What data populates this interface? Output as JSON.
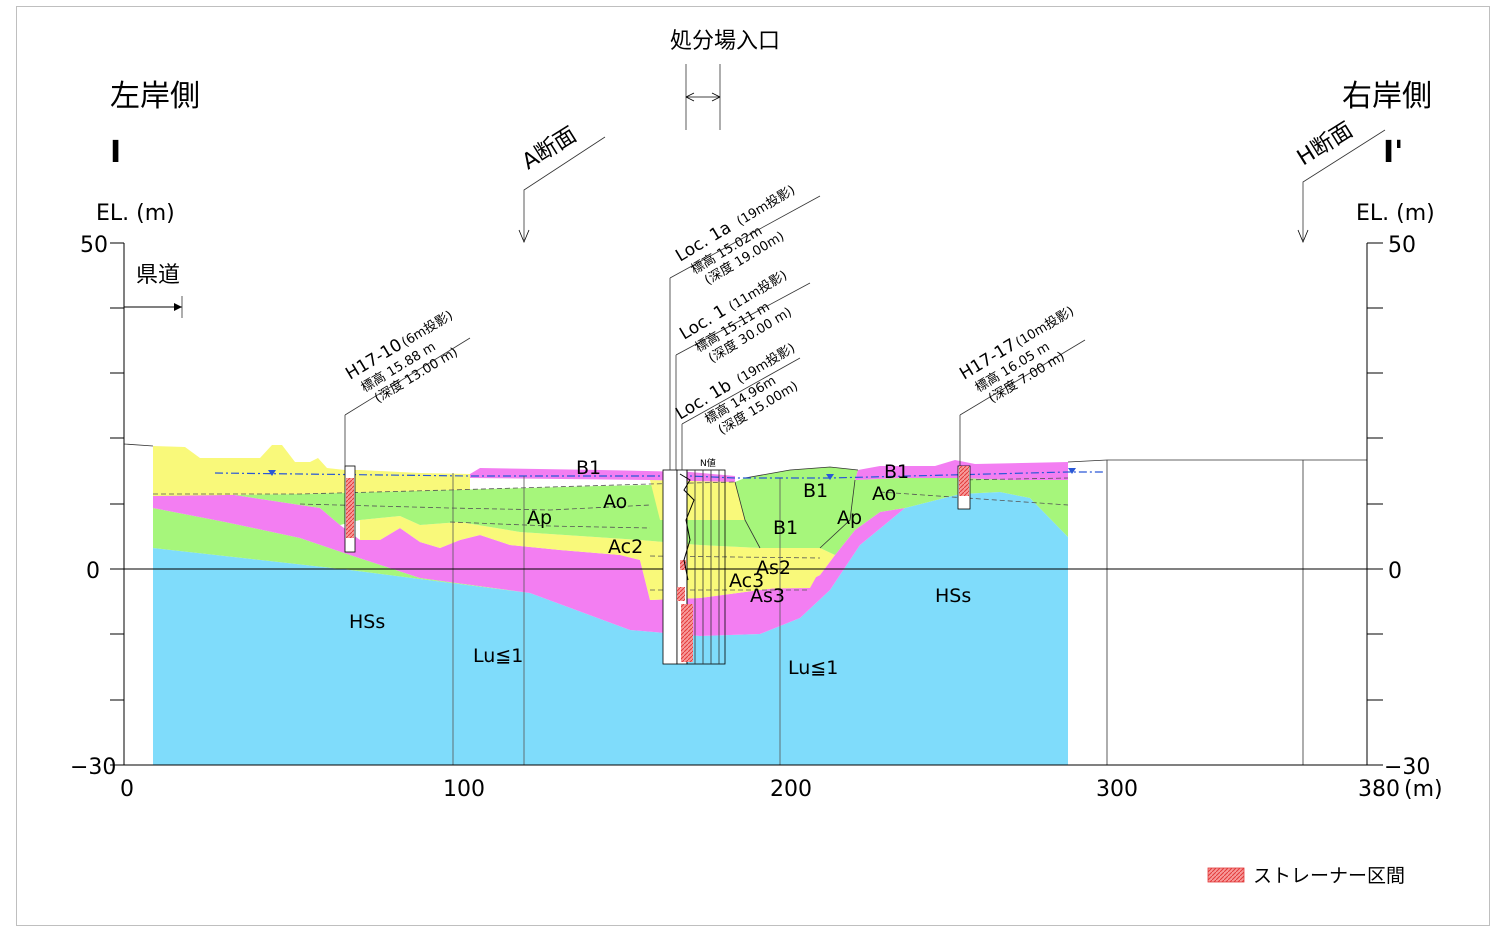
{
  "title_top": "処分場入口",
  "left_side": {
    "label": "左岸側",
    "mark": "I"
  },
  "right_side": {
    "label": "右岸側",
    "mark": "I'"
  },
  "y_axis": {
    "label": "EL. (m)",
    "ticks": [
      "50",
      "0",
      "−30"
    ]
  },
  "x_axis": {
    "ticks": [
      "0",
      "100",
      "200",
      "300",
      "380"
    ],
    "unit": "(m)"
  },
  "road_label": "県道",
  "section_marks": [
    "A断面",
    "H断面"
  ],
  "boreholes": [
    {
      "name": "H17-10",
      "proj": "(6m投影)",
      "elev": "標高 15.88 m",
      "depth": "(深度 13.00 m)"
    },
    {
      "name": "Loc. 1a",
      "proj": "(19m投影)",
      "elev": "標高 15.02m",
      "depth": "(深度 19.00m)"
    },
    {
      "name": "Loc. 1",
      "proj": "(11m投影)",
      "elev": "標高 15.11 m",
      "depth": "(深度 30.00 m)"
    },
    {
      "name": "Loc. 1b",
      "proj": "(19m投影)",
      "elev": "標高 14.96m",
      "depth": "(深度 15.00m)"
    },
    {
      "name": "H17-17",
      "proj": "(10m投影)",
      "elev": "標高 16.05 m",
      "depth": "(深度 7.00 m)"
    }
  ],
  "n_value_label": "N値",
  "layers": {
    "B1": "B1",
    "Ao": "Ao",
    "Ap": "Ap",
    "Ac2": "Ac2",
    "As2": "As2",
    "Ac3": "Ac3",
    "As3": "As3",
    "HSs": "HSs",
    "Lu": "Lu≦1"
  },
  "legend": {
    "label": "ストレーナー区間"
  },
  "colors": {
    "cyan": "#7fdcfb",
    "green": "#a6f67b",
    "magenta": "#f37ef2",
    "yellow": "#f9f97a",
    "strainer": "#f06a6a"
  }
}
